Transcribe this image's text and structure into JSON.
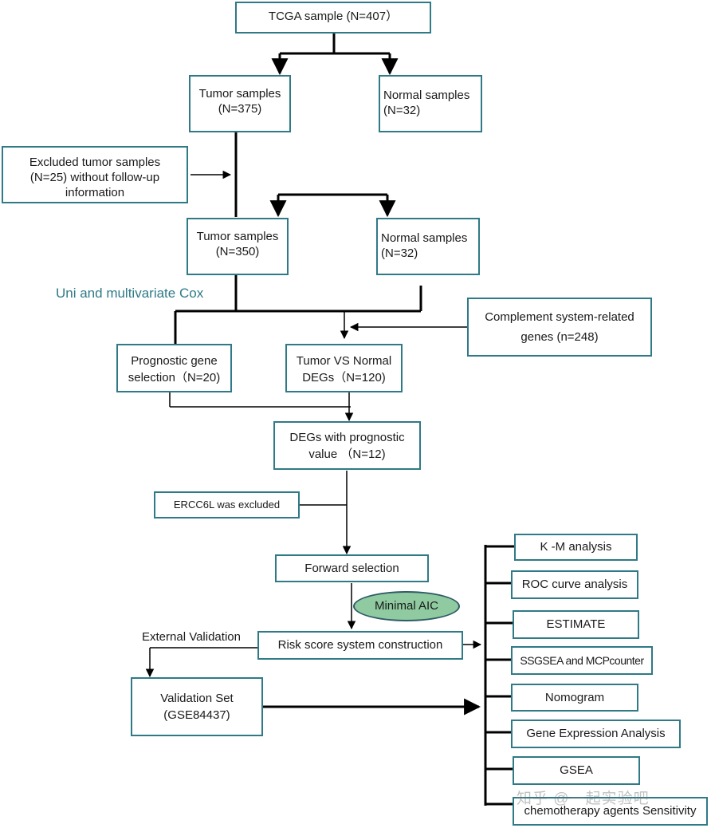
{
  "boxes": {
    "tcga": "TCGA sample (N=407）",
    "tumor1": "Tumor samples\n(N=375)",
    "normal1": "Normal samples\n(N=32)",
    "excluded": "Excluded tumor samples\n(N=25) without follow-up\ninformation",
    "tumor2": "Tumor samples\n(N=350)",
    "normal2": "Normal samples\n(N=32)",
    "complement": "Complement system-related\ngenes (n=248)",
    "prognostic": "Prognostic  gene\nselection（N=20)",
    "degs": "Tumor VS Normal\nDEGs（N=120)",
    "degs_prog": "DEGs with prognostic\nvalue （N=12)",
    "ercc6l": "ERCC6L was excluded",
    "forward": "Forward selection",
    "risk": "Risk   score   system   construction",
    "validation": "Validation Set\n(GSE84437)"
  },
  "labels": {
    "cox": "Uni and multivariate Cox",
    "external": "External Validation",
    "aic": "Minimal AIC",
    "watermark": "知乎 @一起实验吧"
  },
  "analyses": [
    "K -M analysis",
    "ROC curve analysis",
    "ESTIMATE",
    "SSGSEA and MCPcounter",
    "Nomogram",
    "Gene Expression Analysis",
    "GSEA",
    "chemotherapy agents Sensitivity"
  ],
  "colors": {
    "box_border": "#2f7a86",
    "cox_label": "#2f7a86",
    "aic_fill": "#8fcaa0",
    "line": "#000000"
  }
}
